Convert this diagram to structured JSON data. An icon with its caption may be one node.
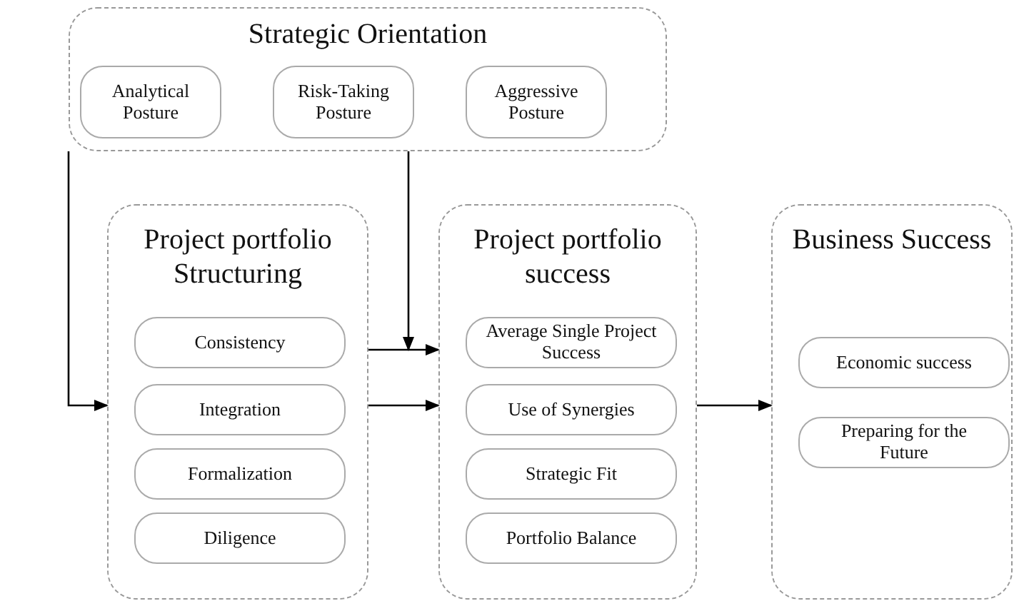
{
  "diagram": {
    "nodes": [
      {
        "text": [
          "Strategic Orientation"
        ]
      },
      {
        "text": [
          "Analytical Posture"
        ],
        "in": 0
      },
      {
        "text": [
          "Risk-Taking Posture"
        ],
        "in": 0
      },
      {
        "text": [
          "Aggressive Posture"
        ],
        "in": 0
      },
      {
        "text": [
          "Project portfolio Structuring"
        ]
      },
      {
        "text": [
          "Consistency"
        ],
        "in": 4
      },
      {
        "text": [
          "Integration"
        ],
        "in": 4
      },
      {
        "text": [
          "Formalization"
        ],
        "in": 4
      },
      {
        "text": [
          "Diligence"
        ],
        "in": 4
      },
      {
        "text": [
          "Project portfolio success"
        ]
      },
      {
        "text": [
          "Average Single Project Success"
        ],
        "in": 9
      },
      {
        "text": [
          "Use of Synergies"
        ],
        "in": 9
      },
      {
        "text": [
          "Strategic Fit"
        ],
        "in": 9
      },
      {
        "text": [
          "Portfolio Balance"
        ],
        "in": 9
      },
      {
        "text": [
          "Business Success"
        ]
      },
      {
        "text": [
          "Economic success"
        ],
        "in": 14
      },
      {
        "text": [
          "Preparing for the Future"
        ],
        "in": 14
      }
    ],
    "edges": [
      {
        "from": 0,
        "to": 4,
        "arrow": "to"
      },
      {
        "from": 0,
        "to": 9,
        "arrow": "to"
      },
      {
        "from": 4,
        "to": 9,
        "arrow": "to"
      },
      {
        "from": 4,
        "to": 9,
        "arrow": "to"
      },
      {
        "from": 9,
        "to": 14,
        "arrow": "to"
      }
    ]
  }
}
